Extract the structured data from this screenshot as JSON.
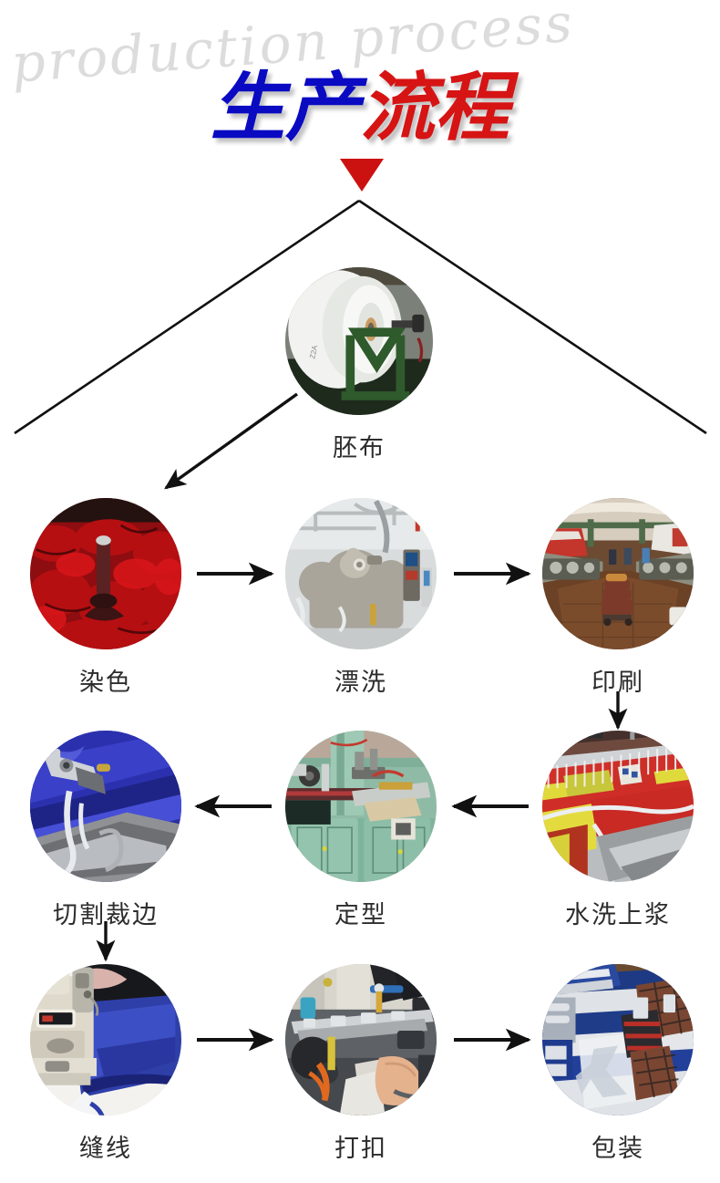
{
  "header": {
    "watermark": "production process",
    "title_part_blue": "生产",
    "title_part_red": "流程",
    "title_full": "生产流程",
    "colors": {
      "blue": "#0a0ac3",
      "red": "#d61414",
      "watermark_gray": "#dcdcdc",
      "triangle_red": "#cc1111",
      "line_black": "#111111",
      "caption_gray": "#2d2d2d"
    },
    "apex_marker": "down-triangle"
  },
  "flow": {
    "top_node": {
      "label": "胚布",
      "image_alt": "white greige fabric roll on green steel frame"
    },
    "rows": [
      {
        "direction": "left-to-right",
        "nodes": [
          {
            "label": "染色",
            "image_alt": "red dyed fabric in dyeing vat"
          },
          {
            "label": "漂洗",
            "image_alt": "stainless steel rinsing machines in factory"
          },
          {
            "label": "印刷",
            "image_alt": "printing workshop aisle with machine rows"
          }
        ]
      },
      {
        "direction": "right-to-left",
        "nodes": [
          {
            "label": "切割裁边",
            "image_alt": "blue fabric on roller with cutting head"
          },
          {
            "label": "定型",
            "image_alt": "green heat-setting stenter machine"
          },
          {
            "label": "水洗上浆",
            "image_alt": "red and yellow printed fabric being washed and sized"
          }
        ]
      },
      {
        "direction": "left-to-right",
        "nodes": [
          {
            "label": "缝线",
            "image_alt": "industrial sewing machine stitching blue fabric"
          },
          {
            "label": "打扣",
            "image_alt": "eyelet / button punching machine with operator hand"
          },
          {
            "label": "包装",
            "image_alt": "blue and white striped products being packed by hand"
          }
        ]
      }
    ],
    "connectors": [
      {
        "name": "apex-left-branch",
        "type": "line"
      },
      {
        "name": "apex-right-branch",
        "type": "line"
      },
      {
        "name": "diagonal-to-dyeing",
        "type": "arrow-diagonal"
      },
      {
        "name": "dyeing-to-rinsing",
        "type": "arrow-right"
      },
      {
        "name": "rinsing-to-printing",
        "type": "arrow-right"
      },
      {
        "name": "printing-to-washing",
        "type": "arrow-down"
      },
      {
        "name": "washing-to-setting",
        "type": "arrow-left"
      },
      {
        "name": "setting-to-cutting",
        "type": "arrow-left"
      },
      {
        "name": "cutting-to-sewing",
        "type": "arrow-down"
      },
      {
        "name": "sewing-to-buttoning",
        "type": "arrow-right"
      },
      {
        "name": "buttoning-to-packing",
        "type": "arrow-right"
      }
    ]
  }
}
